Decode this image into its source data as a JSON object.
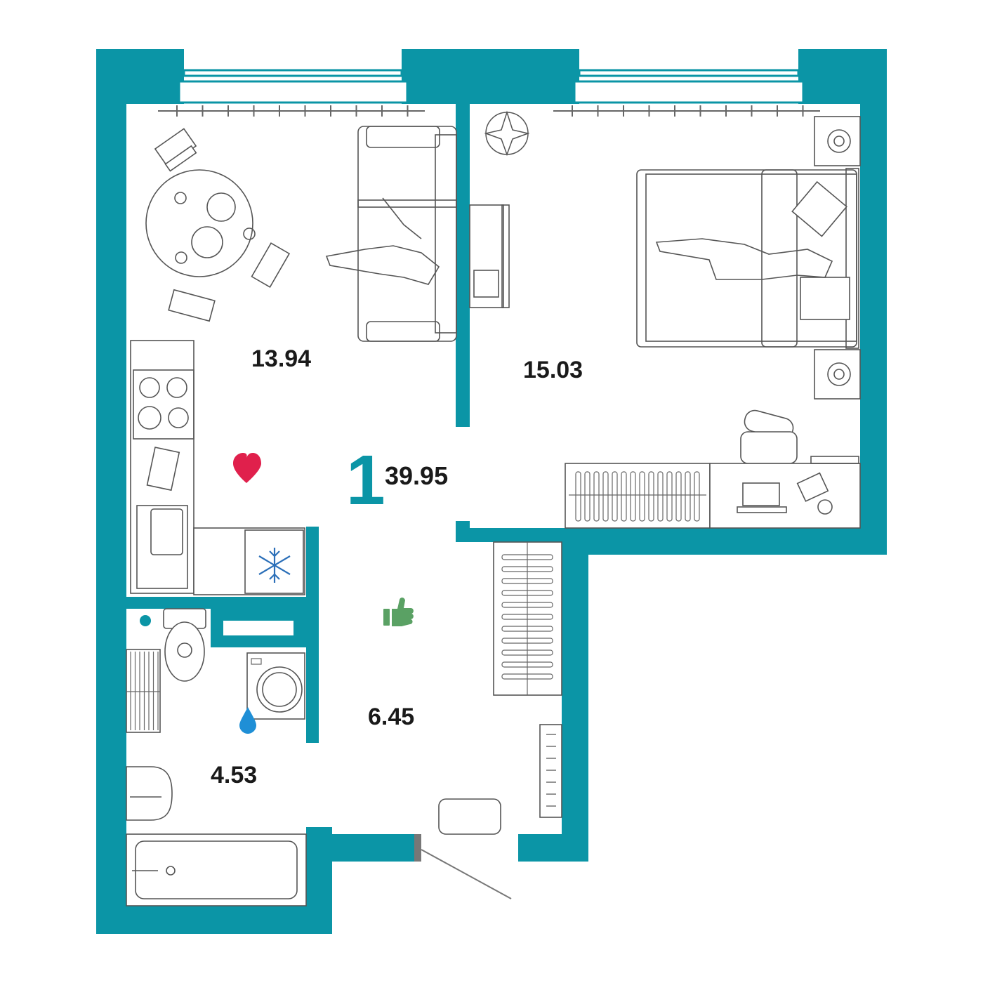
{
  "plan": {
    "rooms_count": "1",
    "total_area": "39.95",
    "rooms": [
      {
        "name_key": "kitchen_living",
        "area": "13.94"
      },
      {
        "name_key": "bedroom",
        "area": "15.03"
      },
      {
        "name_key": "hallway",
        "area": "6.45"
      },
      {
        "name_key": "bathroom",
        "area": "4.53"
      }
    ]
  },
  "colors": {
    "wall": "#0b95a6",
    "heart": "#e0204c",
    "thumb": "#5aa164",
    "drop": "#1f8fd6",
    "snowflake": "#2b6fb8",
    "text": "#1a1a1a"
  },
  "icons": {
    "favorite": "heart-icon",
    "recommended": "thumbs-up-icon",
    "plumbing": "water-drop-icon",
    "fridge": "snowflake-icon"
  }
}
